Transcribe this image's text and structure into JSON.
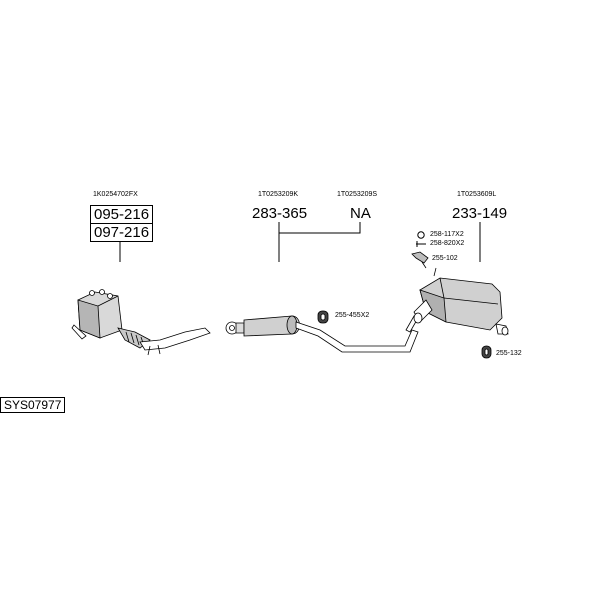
{
  "diagram_id": "SYS07977",
  "groups": [
    {
      "oem": "1K0254702FX",
      "parts": [
        "095-216",
        "097-216"
      ]
    },
    {
      "oem_a": "1T0253209K",
      "part_a": "283-365",
      "oem_b": "1T0253209S",
      "part_b": "NA"
    },
    {
      "oem": "1T0253609L",
      "part": "233-149"
    }
  ],
  "accessories": [
    {
      "label": "258-117X2",
      "icon": "ring-clamp-icon"
    },
    {
      "label": "258-820X2",
      "icon": "bolt-icon"
    },
    {
      "label": "255-102",
      "icon": "hanger-bracket-icon"
    },
    {
      "label": "255-455X2",
      "icon": "rubber-mount-icon"
    },
    {
      "label": "255-132",
      "icon": "rubber-mount-icon"
    }
  ],
  "colors": {
    "line": "#000000",
    "part_fill": "#d9d9d9",
    "part_shade": "#9a9a9a"
  }
}
